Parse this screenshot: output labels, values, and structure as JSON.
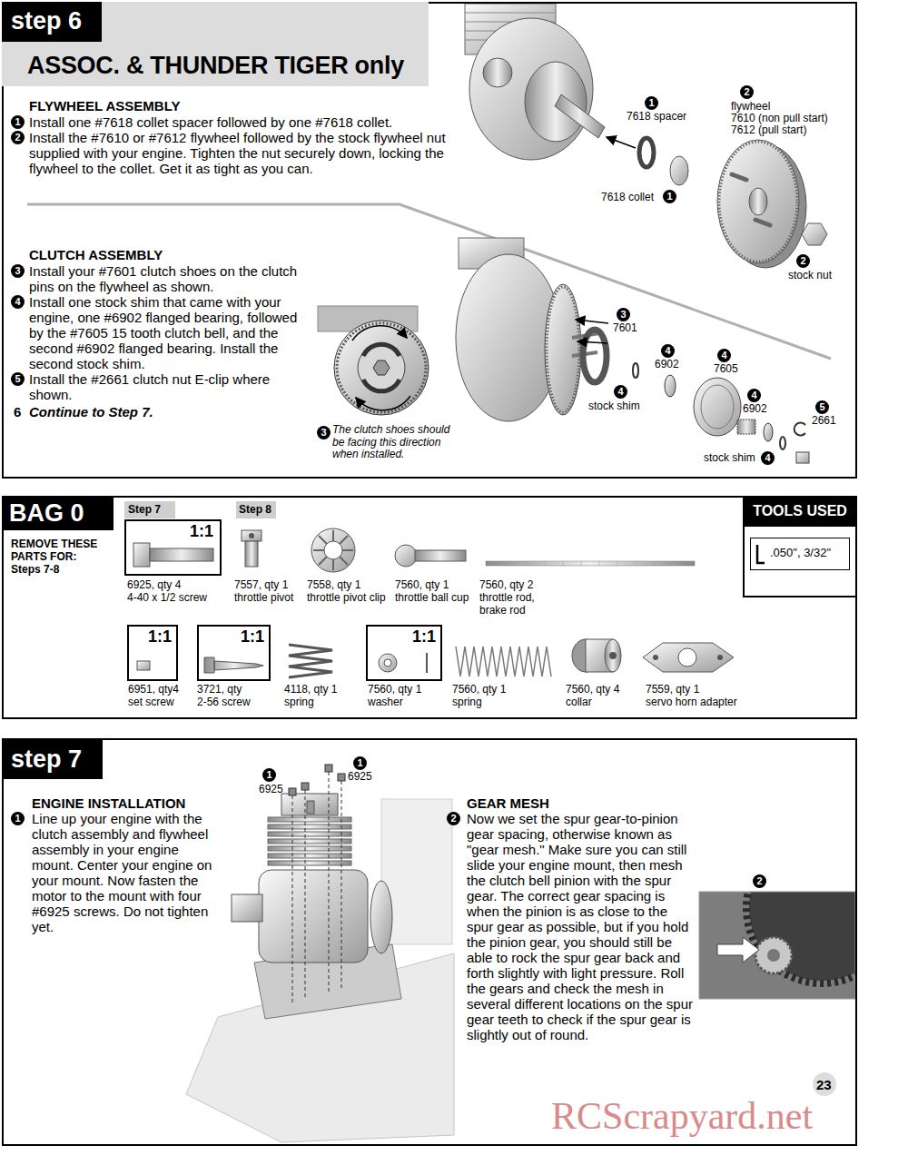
{
  "diagram": {
    "nodes": [
      {
        "text": [
          "FLYWHEEL ASSEMBLY",
          "Install one #7618 collet spacer followed by one #7618 collet.",
          "Install the #7610 or #7612 flywheel followed by the stock flywheel nut supplied with your engine. Tighten the nut securely down, locking the flywheel to the collet. Get it as tight as you can.",
          "CLUTCH ASSEMBLY",
          "Install your #7601 clutch shoes on the clutch pins on the flywheel as shown.",
          "Install one stock shim that came with your engine, one #6902 flanged bearing, followed by the #7605 15 tooth clutch bell, and the second #6902 flanged bearing. Install the second stock shim.",
          "Install the #2661 clutch nut E-clip where shown.",
          "Continue to Step 7."
        ]
      },
      {
        "text": [
          "ASSOC. & THUNDER TIGER only"
        ],
        "in": 0
      },
      {
        "text": [
          "step 6"
        ],
        "in": 1
      },
      {
        "text": [
          "REMOVE THESE PARTS FOR: Steps 7-8"
        ]
      },
      {
        "text": [
          "BAG 0"
        ],
        "in": 3
      },
      {
        "text": [
          "Step 7"
        ],
        "in": 3
      },
      {
        "text": [
          "Step 8"
        ],
        "in": 3
      },
      {
        "text": [
          "1:1"
        ],
        "in": 3
      },
      {
        "text": [
          "1:1"
        ],
        "in": 3
      },
      {
        "text": [
          "1:1"
        ],
        "in": 3
      },
      {
        "text": [
          "1:1"
        ],
        "in": 3
      },
      {
        "text": [
          "TOOLS USED"
        ],
        "in": 3
      },
      {
        "text": [
          ".050\", 3/32\""
        ],
        "in": 11
      },
      {
        "text": [
          "ENGINE INSTALLATION",
          "Line up your engine with the clutch assembly and flywheel assembly in your engine mount. Center your engine on your mount. Now fasten the motor to the mount with four #6925 screws. Do not tighten yet.",
          "GEAR MESH",
          "Now we set the spur gear-to-pinion gear spacing, otherwise known as \"gear mesh.\" Make sure you can still slide your engine mount, then mesh the clutch bell pinion with the spur gear. The correct gear spacing is when the pinion is as close to the spur gear as possible, but if you hold the pinion gear, you should still be able to rock the spur gear back and forth slightly with light pressure. Roll the gears and check the mesh in several different locations on the spur gear teeth to check if the spur gear is slightly out of round."
        ]
      },
      {
        "text": [
          "step 7"
        ],
        "in": 13
      }
    ],
    "labels": [
      "1",
      "2",
      "3",
      "4",
      "5",
      "6",
      "1",
      "7618 spacer",
      "2",
      "flywheel",
      "7610 (non pull start)",
      "7612 (pull start)",
      "7618 collet",
      "1",
      "2",
      "stock nut",
      "3",
      "7601",
      "4",
      "6902",
      "4",
      "7605",
      "4",
      "6902",
      "5",
      "2661",
      "4",
      "stock shim",
      "stock shim",
      "4",
      "3",
      "The clutch shoes should be facing this direction when installed.",
      "6925, qty 4",
      "4-40 x 1/2 screw",
      "7557, qty 1",
      "throttle pivot",
      "7558, qty 1",
      "throttle pivot clip",
      "7560, qty 1",
      "throttle ball cup",
      "7560, qty 2",
      "throttle rod,",
      "brake rod",
      "6951, qty4",
      "set screw",
      "3721, qty",
      "2-56 screw",
      "4118, qty 1",
      "spring",
      "7560, qty 1",
      "washer",
      "7560, qty 1",
      "spring",
      "7560, qty 4",
      "collar",
      "7559, qty 1",
      "servo horn adapter",
      "1",
      "2",
      "1",
      "6925",
      "1",
      "6925",
      "2",
      "23",
      "RCScrapyard.net"
    ]
  }
}
